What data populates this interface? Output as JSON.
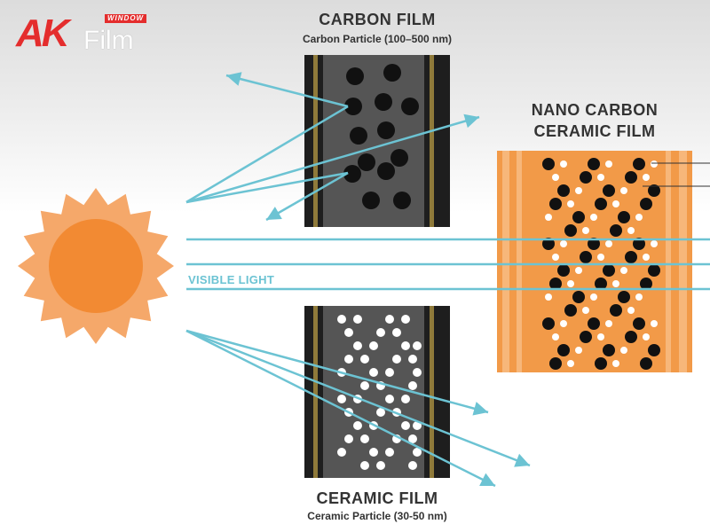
{
  "logo": {
    "mark": "AK",
    "word": "Film",
    "tag": "WINDOW"
  },
  "carbon": {
    "title": "CARBON FILM",
    "subtitle": "Carbon Particle (100–500 nm)"
  },
  "ceramic": {
    "title": "CERAMIC FILM",
    "subtitle": "Ceramic Particle (30-50 nm)"
  },
  "nano": {
    "title_line1": "NANO CARBON",
    "title_line2": "CERAMIC FILM"
  },
  "visible_light": {
    "label": "VISIBLE LIGHT"
  },
  "colors": {
    "sun": "#f5a86a",
    "sun_core": "#f28a33",
    "ray": "#6cc3d3",
    "film_dark": "#1e1e1e",
    "film_frame": "#8f7a3a",
    "carbon_fill": "#555555",
    "nano_fill": "#f29a48",
    "nano_stripe": "#f7b77a",
    "logo_red": "#e42d2d"
  },
  "icons": [
    "sun-icon"
  ]
}
